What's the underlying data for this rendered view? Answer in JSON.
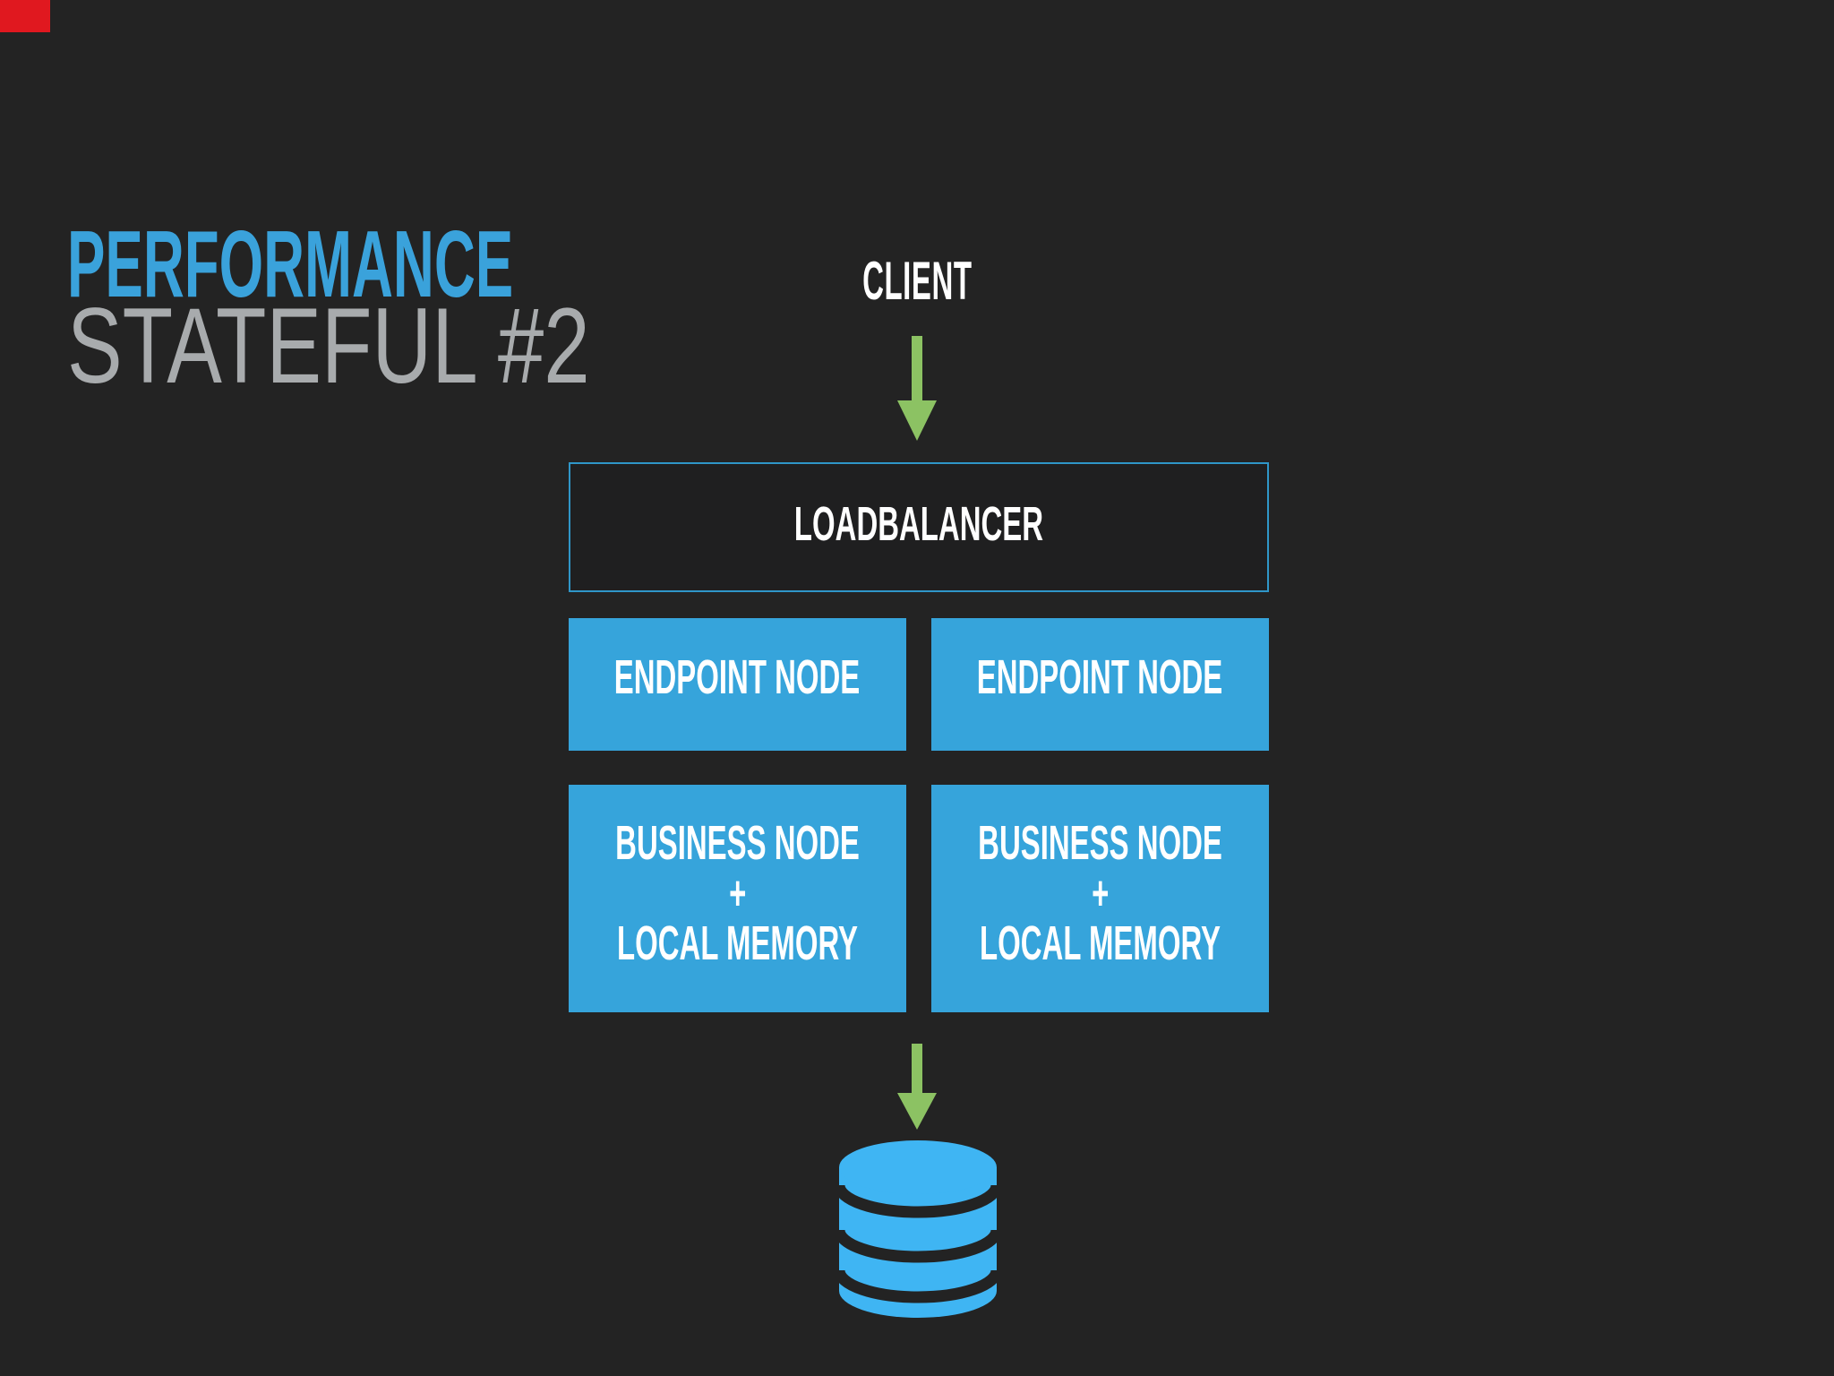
{
  "slide": {
    "title": {
      "line1": "PERFORMANCE",
      "line2": "STATEFUL #2"
    },
    "diagram": {
      "client_label": "CLIENT",
      "loadbalancer": {
        "label": "LOADBALANCER"
      },
      "endpoint_nodes": [
        {
          "label": "ENDPOINT NODE"
        },
        {
          "label": "ENDPOINT NODE"
        }
      ],
      "business_nodes": [
        {
          "lines": [
            "BUSINESS NODE",
            "+",
            "LOCAL MEMORY"
          ]
        },
        {
          "lines": [
            "BUSINESS NODE",
            "+",
            "LOCAL MEMORY"
          ]
        }
      ],
      "icons": {
        "flow_arrows": "down-arrow",
        "datastore": "database-cylinder"
      }
    },
    "colors": {
      "background": "#232323",
      "title_accent": "#3aa2db",
      "title_secondary": "#a8abad",
      "box_fill": "#36a4db",
      "loadbalancer_border": "#2f96c8",
      "loadbalancer_fill": "#1f1f20",
      "arrow_green": "#8cc263",
      "database_blue": "#3fb5f3",
      "text_white": "#ffffff",
      "corner_red": "#e0181f"
    }
  }
}
